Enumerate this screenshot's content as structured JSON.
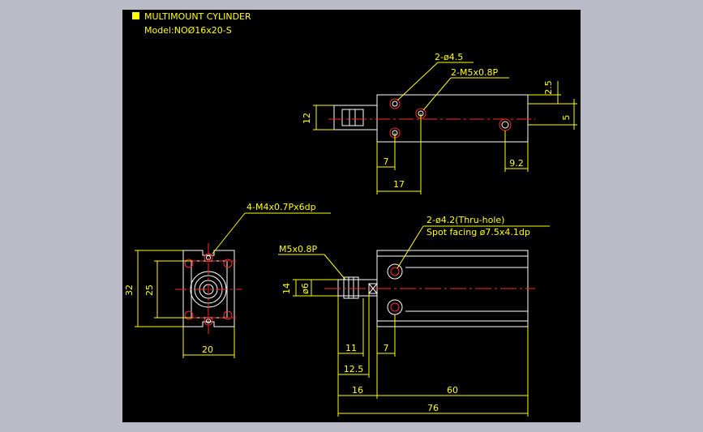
{
  "title": {
    "name": "MULTIMOUNT CYLINDER",
    "model": "Model:NOØ16x20-S"
  },
  "colors": {
    "background": "#000000",
    "frame": "#b9bcc7",
    "outline": "#ffffff",
    "dimension": "#ffff00",
    "centerline": "#ff2a2a",
    "hidden": "#ff2a2a"
  },
  "top_view": {
    "callouts": {
      "hole": "2-ø4.5",
      "tap": "2-M5x0.8P"
    },
    "dims": {
      "height": "12",
      "edge": "2.5",
      "pitch": "5",
      "left": "7",
      "width": "17",
      "right": "9.2"
    }
  },
  "front_view": {
    "callouts": {
      "tap": "4-M4x0.7Px6dp"
    },
    "dims": {
      "outer": "32",
      "inner": "25",
      "width": "20"
    }
  },
  "side_view": {
    "callouts": {
      "port": "M5x0.8P",
      "thru": "2-ø4.2(Thru-hole)",
      "spot": "Spot facing ø7.5x4.1dp"
    },
    "dims": {
      "rod_height": "14",
      "rod_dia": "ø6",
      "d11": "11",
      "d7": "7",
      "d12_5": "12.5",
      "d16": "16",
      "d60": "60",
      "d76": "76"
    }
  }
}
